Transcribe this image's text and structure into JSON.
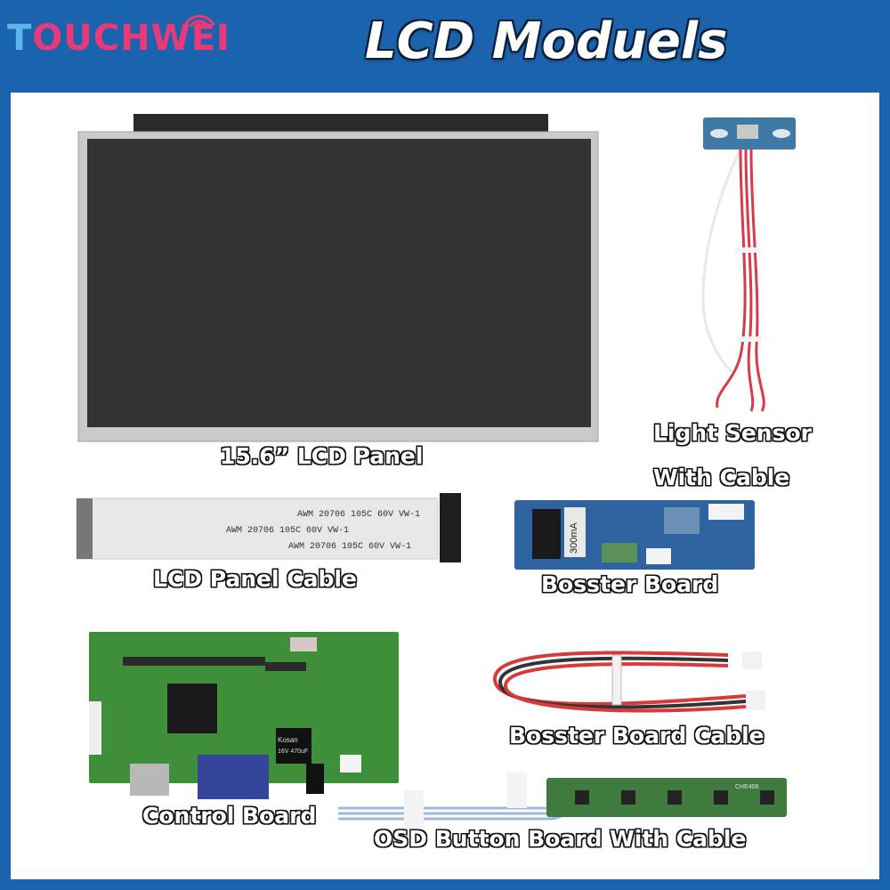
{
  "header": {
    "logo": {
      "first_letter": "T",
      "rest": "OUCHWEI"
    },
    "title": "LCD Moduels"
  },
  "labels": {
    "lcd_panel": "15.6” LCD Panel",
    "light_sensor_1": "Light Sensor",
    "light_sensor_2": "With Cable",
    "lcd_panel_cable": "LCD Panel Cable",
    "booster_board": "Bosster Board",
    "booster_board_cable": "Bosster Board Cable",
    "control_board": "Control Board",
    "osd_button_board": "OSD Button Board With Cable"
  },
  "printed": {
    "booster_current": "300mA",
    "cable_print": "AWM 20706 105C 60V VW-1",
    "capacitor_brand": "Kosan",
    "capacitor_rating": "16V 470uF",
    "osd_code": "CHE406"
  },
  "colors": {
    "background_blue": "#1b63ad",
    "logo_blue": "#5cb7ea",
    "logo_pink": "#e83a78",
    "pcb_green": "#3f8f3a",
    "pcb_blue": "#2e63a0"
  }
}
